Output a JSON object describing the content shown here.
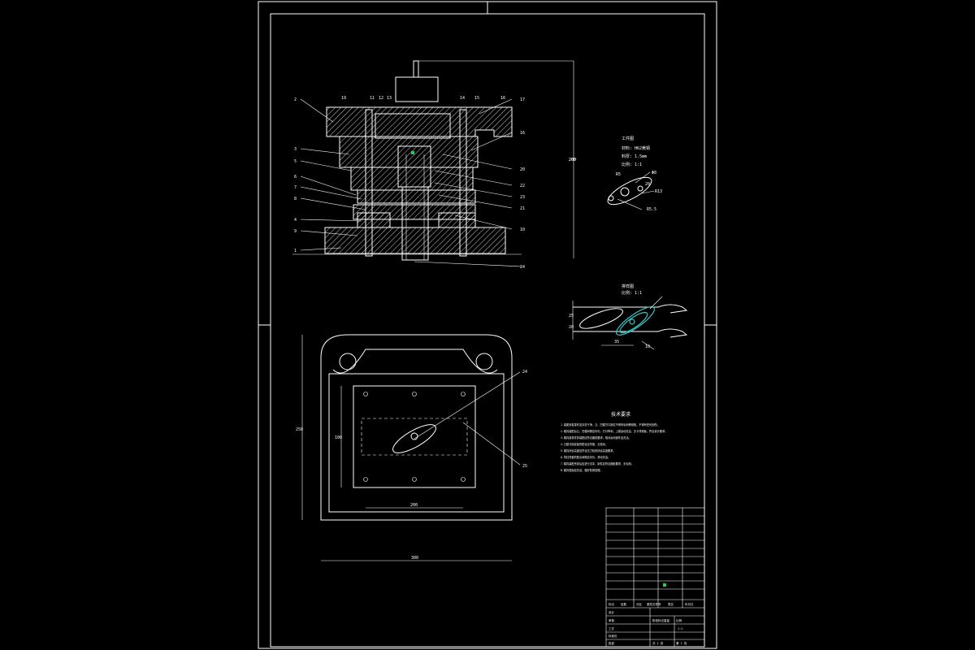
{
  "drawing": {
    "view_main": {
      "height_dimension": "200",
      "callouts_left": [
        "2",
        "3",
        "5",
        "6",
        "7",
        "8",
        "4",
        "9",
        "1"
      ],
      "callouts_top": [
        "19",
        "11",
        "12",
        "13",
        "14",
        "15",
        "16"
      ],
      "callouts_right": [
        "17",
        "16",
        "20",
        "22",
        "23",
        "21",
        "10",
        "24"
      ]
    },
    "view_plan": {
      "width_dimension": "300",
      "height_dimension": "250",
      "inner_height_dim": "100",
      "inner_width_dim": "200",
      "callout_a": "24",
      "callout_b": "25"
    },
    "part_view": {
      "title": "工件图",
      "material": "材料: H62黄铜",
      "thickness": "料厚: 1.5mm",
      "scale": "比例: 1:1",
      "dims": [
        "R5",
        "Φ8",
        "R13",
        "R5.5",
        "20"
      ]
    },
    "strip_view": {
      "title": "排样图",
      "scale": "比例: 1:1",
      "dims": [
        "25",
        "20",
        "35",
        "10"
      ]
    },
    "notes": {
      "title": "技术要求",
      "lines": [
        "1.装配前各零件应清洗干净，凸、凹模刃口部位不得有毛刺等缺陷，不得有任何划伤。",
        "2.模具装配后凸、凹模间隙应均匀，刃口锋利，上模运动灵活，无卡滞现象，符合设计要求。",
        "3.模具各零件的装配应符合图纸要求，相对运动部件应灵活。",
        "4.凸模与固定板的配合应牢固，无松动。",
        "5.模具闭合高度应符合压力机的闭合高度要求。",
        "6.导柱导套的配合间隙应均匀，滑动灵活。",
        "7.模具装配完成后应进行试冲，制件应符合图纸要求，无毛刺。",
        "8.模具表面应清洁，做好防锈处理。"
      ]
    },
    "title_block": {
      "labels": [
        "标记",
        "处数",
        "分区",
        "更改文件号",
        "签名",
        "年月日",
        "设计",
        "审核",
        "工艺",
        "标准化",
        "批准"
      ],
      "right_labels": [
        "阶段标记",
        "重量",
        "比例"
      ],
      "scale_value": "1:1",
      "sheet": [
        "共 1 张",
        "第 1 张"
      ]
    }
  },
  "colors": {
    "line": "#ffffff",
    "accent": "#39c6c6",
    "marker": "#22cc55"
  }
}
